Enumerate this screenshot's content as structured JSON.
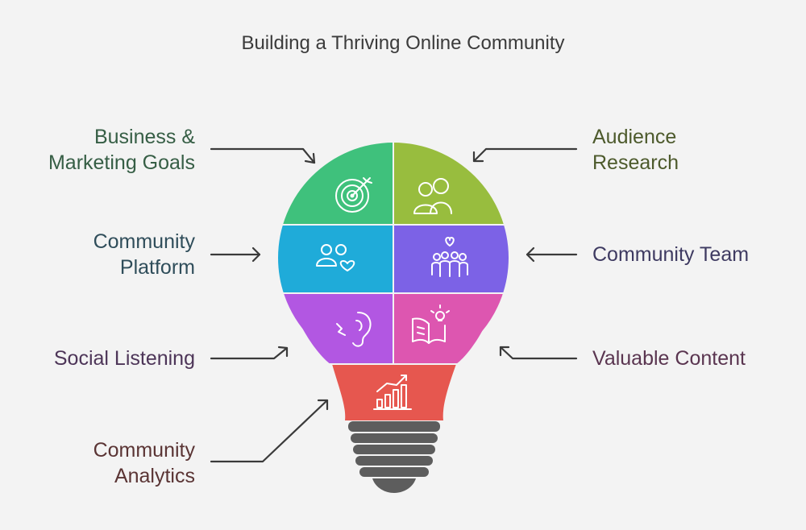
{
  "title": "Building a Thriving Online Community",
  "segments": [
    {
      "label": "Business &\nMarketing Goals",
      "icon": "target-icon",
      "color": "#3fc17c",
      "label_color": "#365e45"
    },
    {
      "label": "Audience\nResearch",
      "icon": "people-icon",
      "color": "#98bd3e",
      "label_color": "#4d5a2c"
    },
    {
      "label": "Community\nPlatform",
      "icon": "users-heart-icon",
      "color": "#1fabd9",
      "label_color": "#2f4d5a"
    },
    {
      "label": "Community Team",
      "icon": "team-heart-icon",
      "color": "#7c62e6",
      "label_color": "#3e3a61"
    },
    {
      "label": "Social Listening",
      "icon": "ear-icon",
      "color": "#b257e2",
      "label_color": "#4d3558"
    },
    {
      "label": "Valuable Content",
      "icon": "book-lightbulb-icon",
      "color": "#dd56b0",
      "label_color": "#5a3550"
    },
    {
      "label": "Community\nAnalytics",
      "icon": "bar-chart-icon",
      "color": "#e6574f",
      "label_color": "#5a3434"
    }
  ],
  "bulb_base_color": "#5d5d5d",
  "arrow_color": "#3a3a3a"
}
